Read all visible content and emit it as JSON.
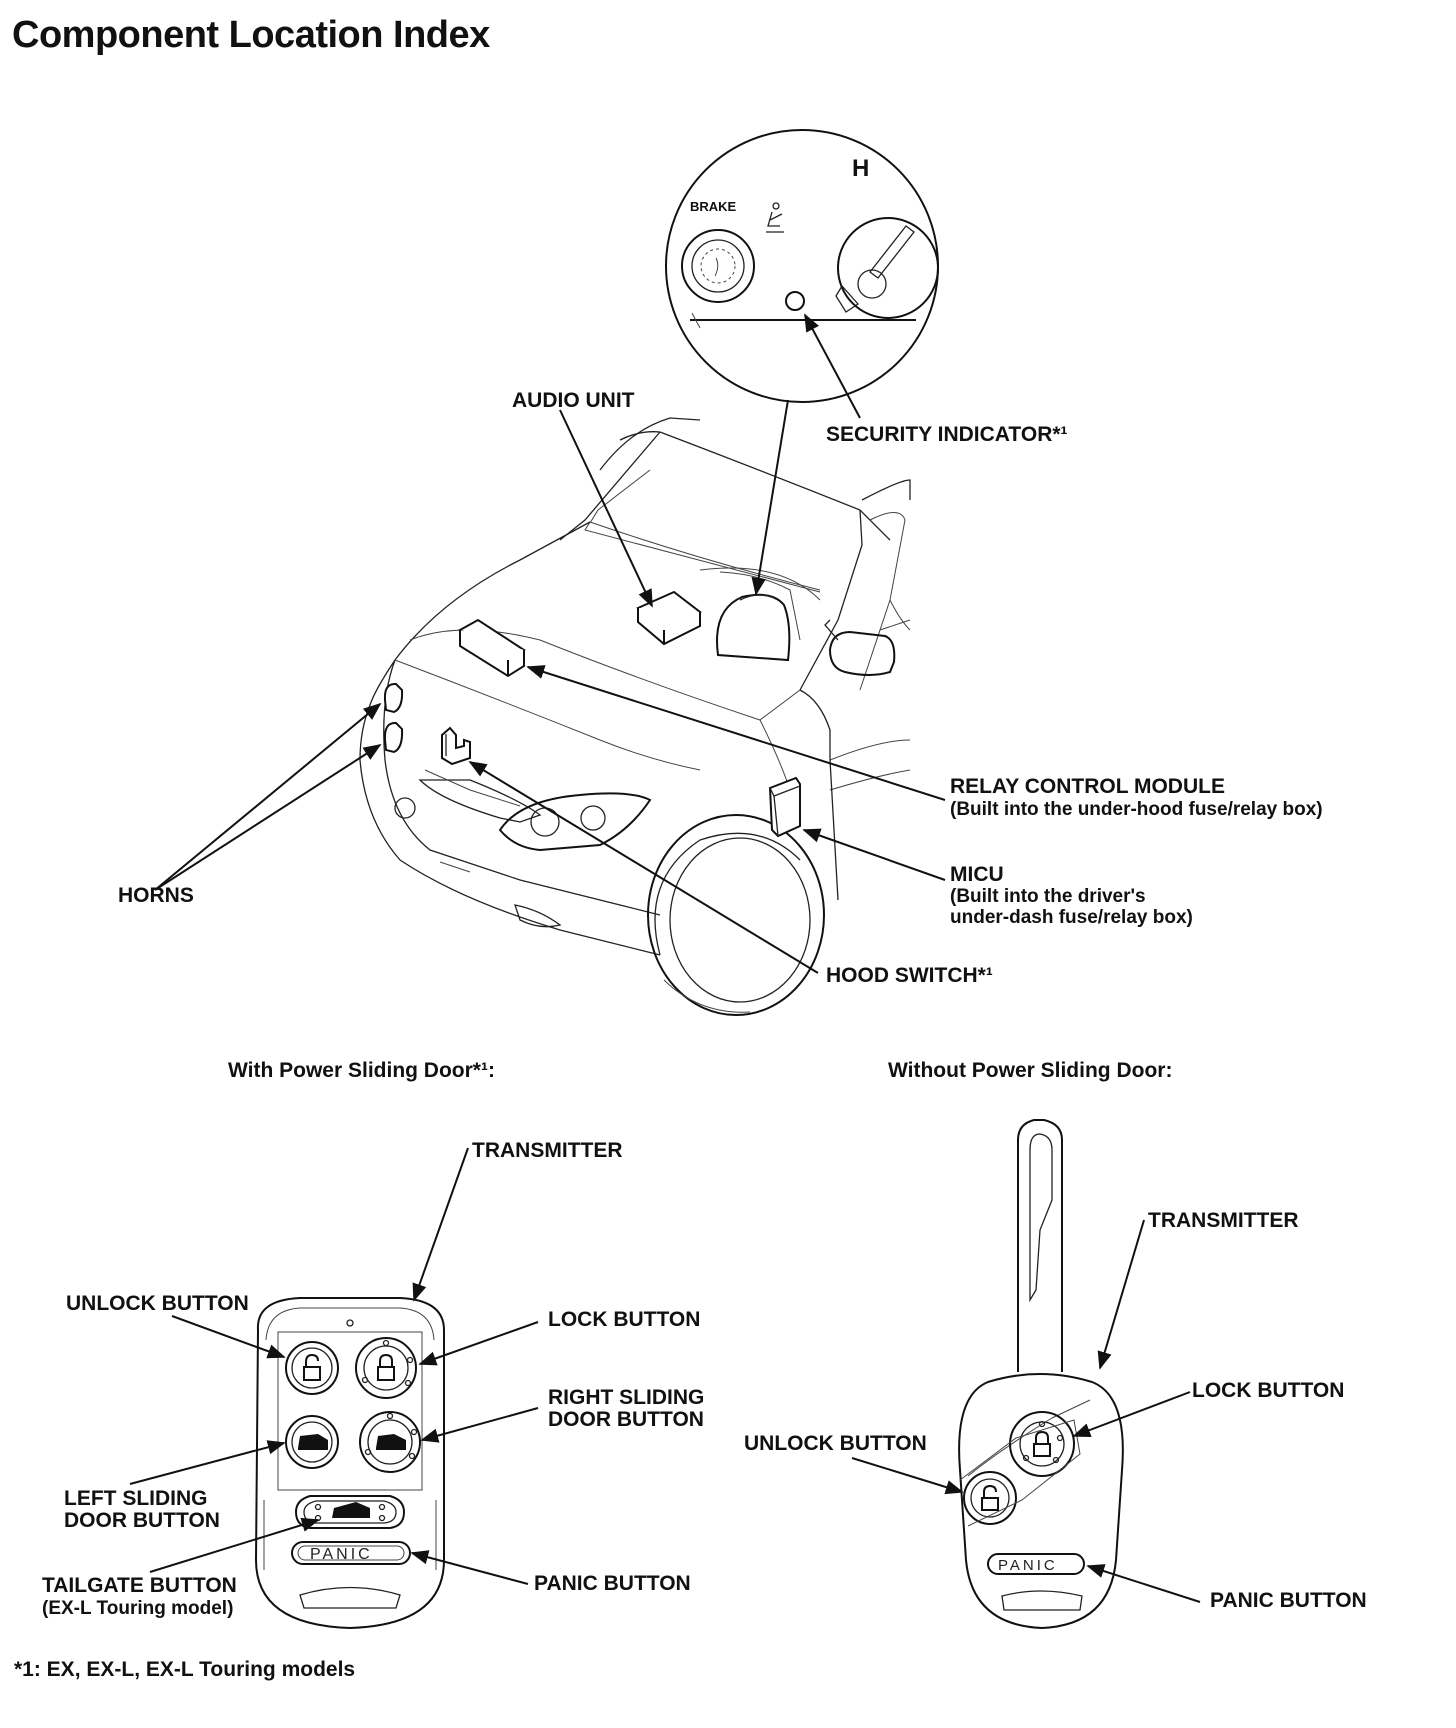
{
  "page": {
    "title": "Component Location Index"
  },
  "callouts": {
    "audio_unit": "AUDIO UNIT",
    "security_indicator": "SECURITY INDICATOR*¹",
    "relay_control_module": "RELAY CONTROL MODULE",
    "relay_control_module_note": "(Built into the under-hood fuse/relay box)",
    "micu": "MICU",
    "micu_note_1": "(Built into the driver's",
    "micu_note_2": "under-dash fuse/relay box)",
    "horns": "HORNS",
    "hood_switch": "HOOD SWITCH*¹"
  },
  "gauge_inset": {
    "brake_label": "BRAKE",
    "letter": "H"
  },
  "with_power_sliding_door": {
    "heading": "With Power Sliding Door*¹:",
    "transmitter": "TRANSMITTER",
    "unlock_button": "UNLOCK BUTTON",
    "lock_button": "LOCK BUTTON",
    "right_sliding_door_button_1": "RIGHT SLIDING",
    "right_sliding_door_button_2": "DOOR BUTTON",
    "left_sliding_door_button_1": "LEFT SLIDING",
    "left_sliding_door_button_2": "DOOR BUTTON",
    "tailgate_button": "TAILGATE BUTTON",
    "tailgate_note": "(EX-L Touring model)",
    "panic_button": "PANIC BUTTON",
    "panic_text": "PANIC"
  },
  "without_power_sliding_door": {
    "heading": "Without Power Sliding Door:",
    "transmitter": "TRANSMITTER",
    "lock_button": "LOCK BUTTON",
    "unlock_button": "UNLOCK BUTTON",
    "panic_button": "PANIC BUTTON",
    "panic_text": "PANIC"
  },
  "footnote": "*1: EX, EX-L, EX-L Touring models"
}
